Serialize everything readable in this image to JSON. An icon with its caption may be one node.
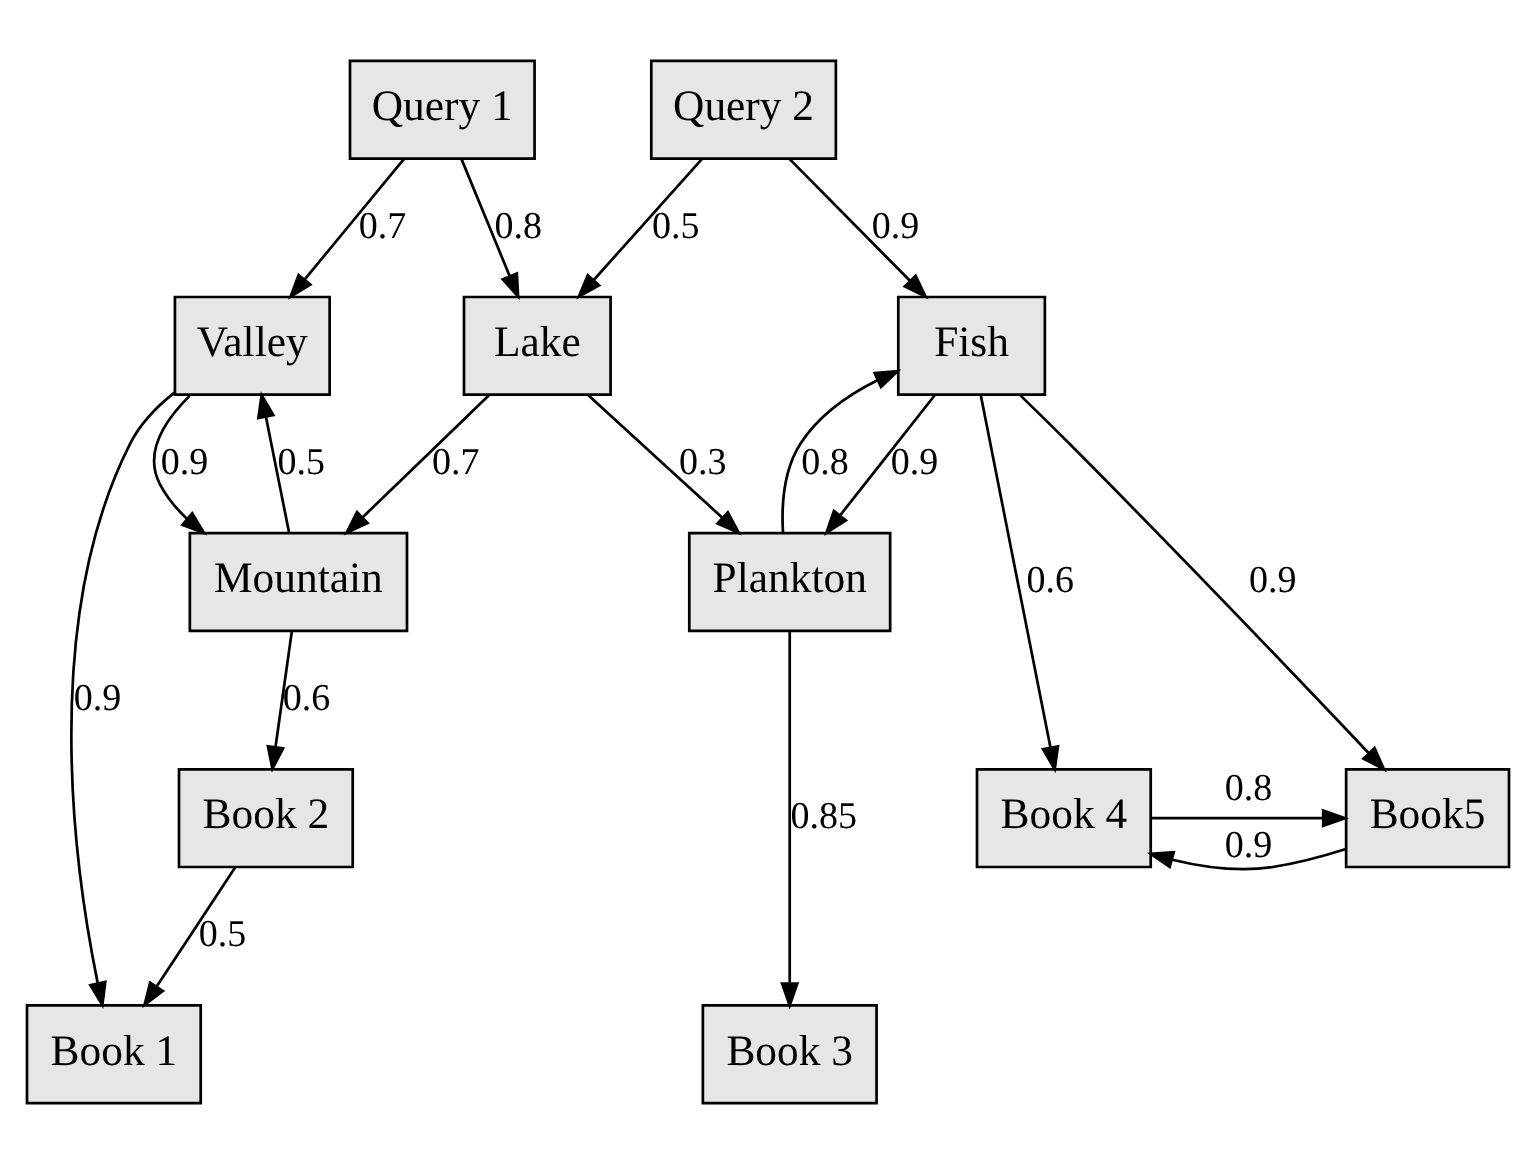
{
  "diagram": {
    "nodes": [
      {
        "text": [
          "Query 1"
        ]
      },
      {
        "text": [
          "Query 2"
        ]
      },
      {
        "text": [
          "Valley"
        ]
      },
      {
        "text": [
          "Lake"
        ]
      },
      {
        "text": [
          "Fish"
        ]
      },
      {
        "text": [
          "Mountain"
        ]
      },
      {
        "text": [
          "Plankton"
        ]
      },
      {
        "text": [
          "Book 2"
        ]
      },
      {
        "text": [
          "Book 4"
        ]
      },
      {
        "text": [
          "Book5"
        ]
      },
      {
        "text": [
          "Book 1"
        ]
      },
      {
        "text": [
          "Book 3"
        ]
      }
    ],
    "edges": [
      {
        "from": 0,
        "to": 2,
        "arrow": "to",
        "label": "0.7"
      },
      {
        "from": 0,
        "to": 3,
        "arrow": "to",
        "label": "0.8"
      },
      {
        "from": 1,
        "to": 3,
        "arrow": "to",
        "label": "0.5"
      },
      {
        "from": 1,
        "to": 4,
        "arrow": "to",
        "label": "0.9"
      },
      {
        "from": 2,
        "to": 5,
        "arrow": "to",
        "label": "0.9"
      },
      {
        "from": 5,
        "to": 2,
        "arrow": "to",
        "label": "0.5"
      },
      {
        "from": 3,
        "to": 5,
        "arrow": "to",
        "label": "0.7"
      },
      {
        "from": 3,
        "to": 6,
        "arrow": "to",
        "label": "0.3"
      },
      {
        "from": 6,
        "to": 4,
        "arrow": "to",
        "label": "0.8"
      },
      {
        "from": 4,
        "to": 6,
        "arrow": "to",
        "label": "0.9"
      },
      {
        "from": 2,
        "to": 10,
        "arrow": "to",
        "label": "0.9"
      },
      {
        "from": 4,
        "to": 8,
        "arrow": "to",
        "label": "0.6"
      },
      {
        "from": 4,
        "to": 9,
        "arrow": "to",
        "label": "0.9"
      },
      {
        "from": 5,
        "to": 7,
        "arrow": "to",
        "label": "0.6"
      },
      {
        "from": 6,
        "to": 11,
        "arrow": "to",
        "label": "0.85"
      },
      {
        "from": 8,
        "to": 9,
        "arrow": "to",
        "label": "0.8"
      },
      {
        "from": 9,
        "to": 8,
        "arrow": "to",
        "label": "0.9"
      },
      {
        "from": 7,
        "to": 10,
        "arrow": "to",
        "label": "0.5"
      }
    ]
  }
}
